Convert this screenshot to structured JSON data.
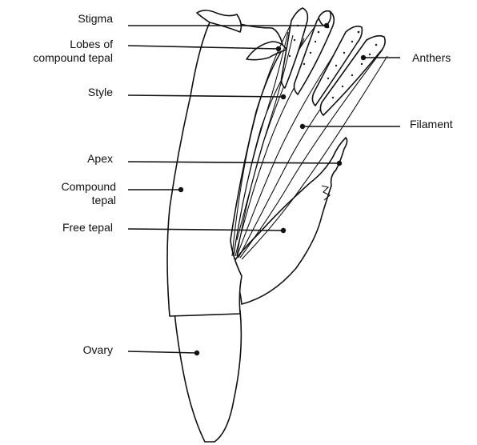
{
  "labels": {
    "stigma": "Stigma",
    "lobes_line1": "Lobes of",
    "lobes_line2": "compound tepal",
    "anthers": "Anthers",
    "style": "Style",
    "filament": "Filament",
    "apex": "Apex",
    "compound_line1": "Compound",
    "compound_line2": "tepal",
    "free_tepal": "Free tepal",
    "ovary": "Ovary"
  }
}
